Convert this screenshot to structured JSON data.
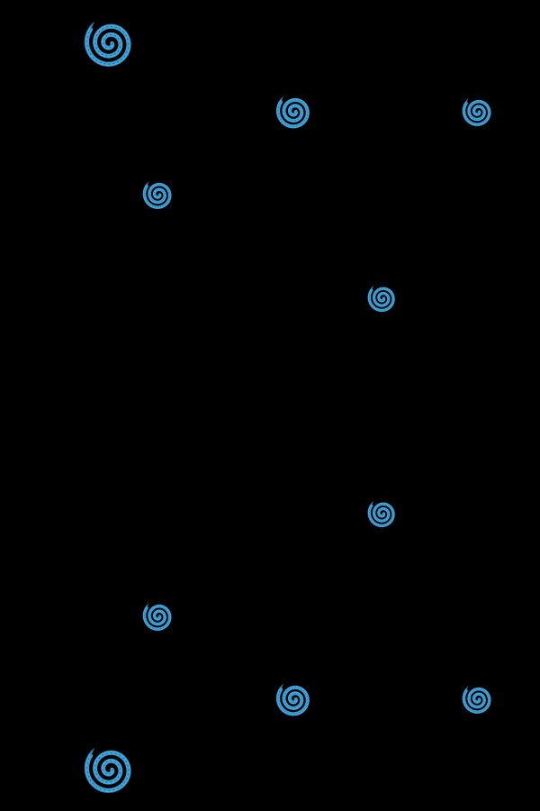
{
  "background": "#000000",
  "swirl_color": "#3a9fd6",
  "swirl_highlight": "#5ab8ea",
  "swirls": [
    {
      "name": "swirl-large-top-left",
      "icon": "spiral-icon",
      "style": "brush"
    },
    {
      "name": "swirl-top-center",
      "icon": "spiral-icon",
      "style": "brush"
    },
    {
      "name": "swirl-top-right",
      "icon": "spiral-icon",
      "style": "brush"
    },
    {
      "name": "swirl-upper-left",
      "icon": "spiral-icon",
      "style": "brush"
    },
    {
      "name": "swirl-middle-right",
      "icon": "spiral-icon",
      "style": "brush"
    },
    {
      "name": "swirl-lower-middle-right",
      "icon": "spiral-icon",
      "style": "brush"
    },
    {
      "name": "swirl-lower-left",
      "icon": "spiral-icon",
      "style": "brush"
    },
    {
      "name": "swirl-bottom-center",
      "icon": "spiral-icon",
      "style": "brush"
    },
    {
      "name": "swirl-bottom-right",
      "icon": "spiral-icon",
      "style": "brush"
    },
    {
      "name": "swirl-large-bottom-left",
      "icon": "spiral-icon",
      "style": "brush"
    }
  ]
}
